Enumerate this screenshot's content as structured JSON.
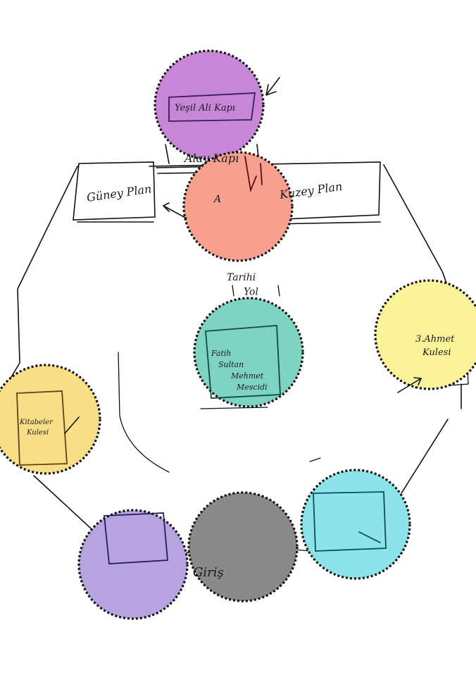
{
  "labels": {
    "yesil_ali_kapi": "Yeşil Ali Kapı",
    "alay_kapi": "Alay Kapı",
    "guney_plan": "Güney Plan",
    "kuzey_plan": "Kuzey Plan",
    "arrow_a": "A",
    "tarihi_yol": "Tarihi Yol",
    "fatih_sultan_mehmet_mescidi": "Fatih Sultan Mehmet Mescidi",
    "ahmet_3_kulesi": "3.Ahmet Kulesi",
    "kitabeler_kulesi": "Kitabeler Kulesi",
    "giris": "Giriş"
  },
  "colors": {
    "purple": "#c887d6",
    "salmon": "#f7a08f",
    "teal": "#7fd3c2",
    "yellow": "#fbf39a",
    "gold": "#f8de86",
    "lavender": "#b7a3e0",
    "gray": "#8a8a8a",
    "cyan": "#8de3ea",
    "ink": "#111111"
  }
}
